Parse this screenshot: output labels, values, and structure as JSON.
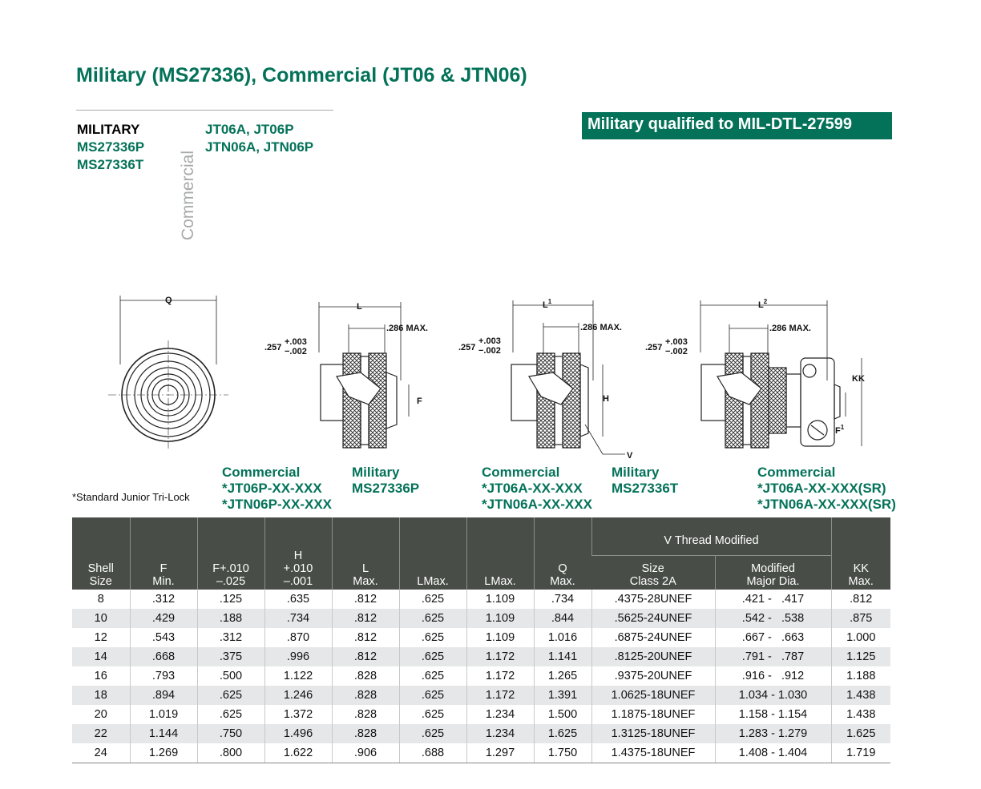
{
  "title": "Military (MS27336), Commercial (JT06 & JTN06)",
  "military": {
    "heading": "MILITARY",
    "parts": [
      "MS27336P",
      "MS27336T"
    ]
  },
  "commercial": {
    "label": "Commercial",
    "parts": [
      "JT06A, JT06P",
      "JTN06A, JTN06P"
    ]
  },
  "badge": "Military qualified to MIL-DTL-27599",
  "drawings": {
    "dims": {
      "q": "Q",
      "l": "L",
      "l1": "L",
      "l1_sup": "1",
      "l2": "L",
      "l2_sup": "2",
      "f": "F",
      "f1": "F",
      "f1_sup": "1",
      "h": "H",
      "v": "V",
      "kk": "KK",
      "max286": ".286 MAX.",
      "tol_base": ".257",
      "tol_plus": "+.003",
      "tol_minus": "−.002"
    }
  },
  "captions": [
    {
      "lines": [
        "Commercial",
        "*JT06P-XX-XXX",
        "*JTN06P-XX-XXX"
      ]
    },
    {
      "lines": [
        "Military",
        "MS27336P"
      ]
    },
    {
      "lines": [
        "Commercial",
        "*JT06A-XX-XXX",
        "*JTN06A-XX-XXX"
      ]
    },
    {
      "lines": [
        "Military",
        "MS27336T"
      ]
    },
    {
      "lines": [
        "Commercial",
        "*JT06A-XX-XXX(SR)",
        "*JTN06A-XX-XXX(SR)"
      ]
    }
  ],
  "note": "*Standard Junior Tri-Lock",
  "table": {
    "headers": {
      "shell": [
        "Shell",
        "Size"
      ],
      "f": [
        "F",
        "Min."
      ],
      "f2": [
        "F+.010",
        "–.025"
      ],
      "h": [
        "H",
        "+.010",
        "–.001"
      ],
      "l": [
        "L",
        "Max."
      ],
      "lmax1": [
        "LMax."
      ],
      "lmax2": [
        "LMax."
      ],
      "q": [
        "Q",
        "Max."
      ],
      "vgroup": "V Thread Modified",
      "size": [
        "Size",
        "Class 2A"
      ],
      "mod": [
        "Modified",
        "Major Dia."
      ],
      "kk": [
        "KK",
        "Max."
      ]
    },
    "rows": [
      [
        "8",
        ".312",
        ".125",
        ".635",
        ".812",
        ".625",
        "1.109",
        ".734",
        ".4375-28UNEF",
        ".421 -   .417",
        ".812"
      ],
      [
        "10",
        ".429",
        ".188",
        ".734",
        ".812",
        ".625",
        "1.109",
        ".844",
        ".5625-24UNEF",
        ".542 -   .538",
        ".875"
      ],
      [
        "12",
        ".543",
        ".312",
        ".870",
        ".812",
        ".625",
        "1.109",
        "1.016",
        ".6875-24UNEF",
        ".667 -   .663",
        "1.000"
      ],
      [
        "14",
        ".668",
        ".375",
        ".996",
        ".812",
        ".625",
        "1.172",
        "1.141",
        ".8125-20UNEF",
        ".791 -   .787",
        "1.125"
      ],
      [
        "16",
        ".793",
        ".500",
        "1.122",
        ".828",
        ".625",
        "1.172",
        "1.265",
        ".9375-20UNEF",
        ".916 -   .912",
        "1.188"
      ],
      [
        "18",
        ".894",
        ".625",
        "1.246",
        ".828",
        ".625",
        "1.172",
        "1.391",
        "1.0625-18UNEF",
        "1.034 - 1.030",
        "1.438"
      ],
      [
        "20",
        "1.019",
        ".625",
        "1.372",
        ".828",
        ".625",
        "1.234",
        "1.500",
        "1.1875-18UNEF",
        "1.158 - 1.154",
        "1.438"
      ],
      [
        "22",
        "1.144",
        ".750",
        "1.496",
        ".828",
        ".625",
        "1.234",
        "1.625",
        "1.3125-18UNEF",
        "1.283 - 1.279",
        "1.625"
      ],
      [
        "24",
        "1.269",
        ".800",
        "1.622",
        ".906",
        ".688",
        "1.297",
        "1.750",
        "1.4375-18UNEF",
        "1.408 - 1.404",
        "1.719"
      ]
    ]
  },
  "colors": {
    "brand_green": "#047259",
    "header_bg": "#484d47",
    "stripe": "#e6e7e8",
    "vertical_label": "#a7a9ab"
  }
}
